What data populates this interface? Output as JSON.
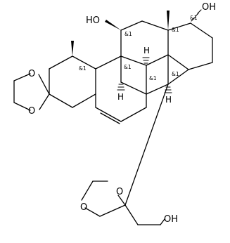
{
  "molecule": {
    "atoms": {
      "oh_11": "HO",
      "oh_17": "OH",
      "oh_tail": "OH",
      "ketal_o1": "O",
      "ketal_o2": "O",
      "dioxolane_o1": "O",
      "dioxolane_o2": "O",
      "h_8": "H",
      "h_9": "H",
      "h_14": "H"
    },
    "stereo_labels": {
      "c11": "&1",
      "c13": "&1",
      "c17": "&1",
      "c10": "&1",
      "c9": "&1",
      "c8": "&1",
      "c14": "&1"
    }
  }
}
